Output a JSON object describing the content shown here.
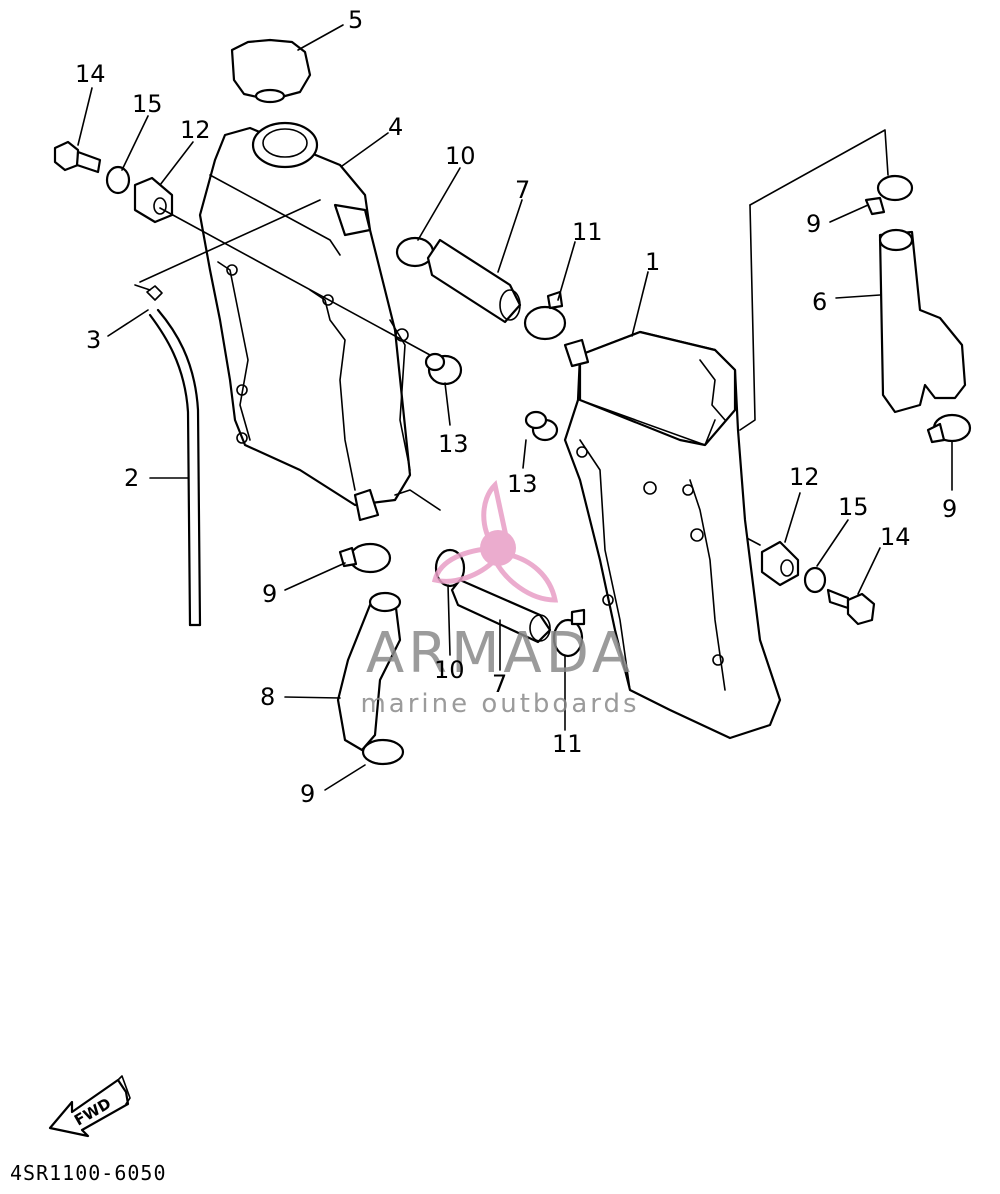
{
  "diagram": {
    "part_labels": [
      "5",
      "4",
      "14",
      "15",
      "12",
      "10",
      "7",
      "11",
      "1",
      "9",
      "6",
      "3",
      "13",
      "2",
      "13",
      "12",
      "15",
      "14",
      "9",
      "9",
      "10",
      "7",
      "8",
      "11",
      "9"
    ],
    "fwd_label": "FWD",
    "document_code": "4SR1100-6050"
  },
  "watermark": {
    "brand": "ARMADA",
    "tagline": "marine outboards",
    "colors": {
      "logo_pink": "#e89ec6",
      "text_gray": "#8a8a8a"
    }
  }
}
